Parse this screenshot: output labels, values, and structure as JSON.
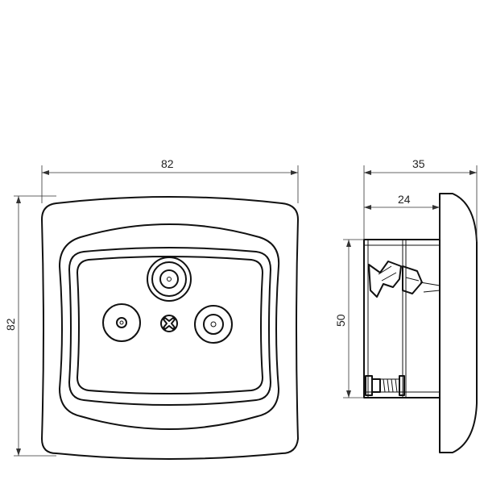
{
  "dimensions": {
    "front_width": "82",
    "front_height": "82",
    "side_depth_total": "35",
    "side_depth_inner": "24",
    "side_height": "50"
  }
}
